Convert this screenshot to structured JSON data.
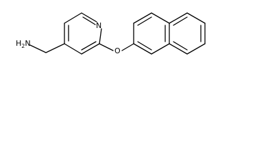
{
  "molecule": {
    "amine_label": "H",
    "amine_subscript": "2",
    "amine_atom": "N",
    "pyridine_nitrogen": "N",
    "ether_oxygen": "O"
  }
}
